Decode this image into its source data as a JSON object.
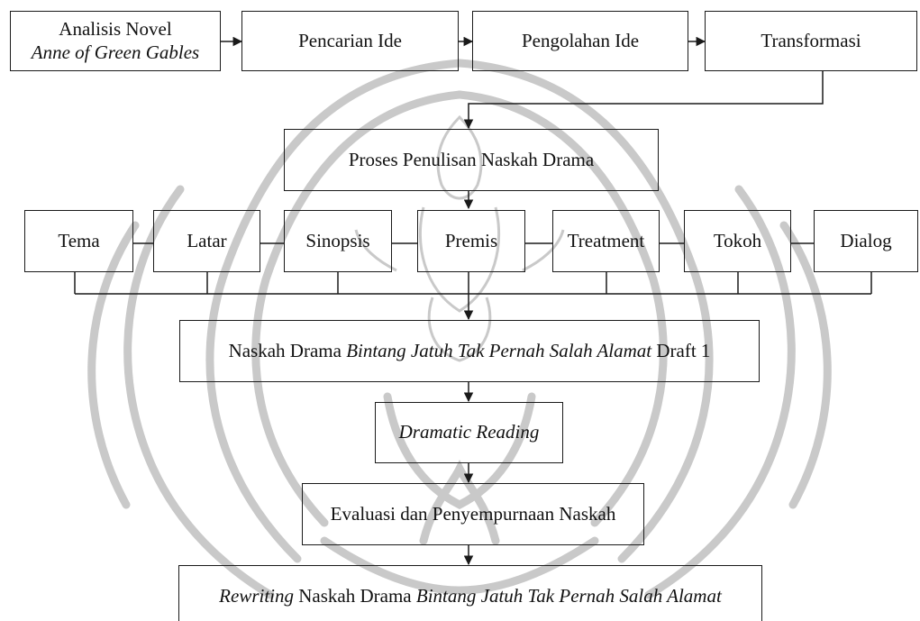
{
  "diagram": {
    "steps": {
      "analisis_line1": "Analisis Novel",
      "analisis_line2": "Anne of Green Gables",
      "pencarian": "Pencarian Ide",
      "pengolahan": "Pengolahan Ide",
      "transformasi": "Transformasi",
      "proses": "Proses Penulisan Naskah Drama",
      "draft_prefix": "Naskah Drama ",
      "draft_title": "Bintang Jatuh Tak Pernah Salah Alamat",
      "draft_suffix": " Draft 1",
      "dramatic_reading": "Dramatic Reading",
      "evaluasi": "Evaluasi dan Penyempurnaan Naskah",
      "rewriting_prefix": "Rewriting",
      "rewriting_middle": " Naskah Drama ",
      "rewriting_title": "Bintang Jatuh Tak Pernah Salah Alamat"
    },
    "elements": {
      "tema": "Tema",
      "latar": "Latar",
      "sinopsis": "Sinopsis",
      "premis": "Premis",
      "treatment": "Treatment",
      "tokoh": "Tokoh",
      "dialog": "Dialog"
    }
  },
  "colors": {
    "line": "#1a1a1a",
    "watermark": "#c9c9c9"
  }
}
